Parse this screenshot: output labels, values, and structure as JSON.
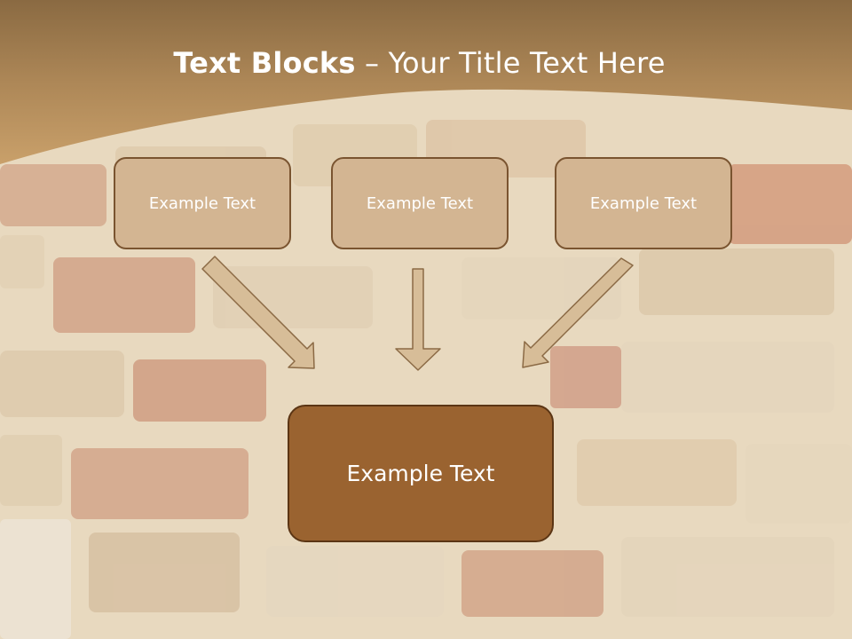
{
  "slide": {
    "title_bold": "Text Blocks",
    "title_dash": " – ",
    "title_rest": "Your Title Text Here"
  },
  "blocks": {
    "top": [
      "Example Text",
      "Example Text",
      "Example Text"
    ],
    "bottom": "Example Text"
  },
  "colors": {
    "header": "#b38d5e",
    "small_box_fill": "#d3b592",
    "small_box_border": "#7a5430",
    "big_box_fill": "#9a6330",
    "big_box_border": "#5b3514",
    "arrow_fill": "#d7bd98",
    "arrow_border": "#8b6a45"
  },
  "icons": {
    "arrows": [
      "arrow-down-right-icon",
      "arrow-down-icon",
      "arrow-down-left-icon"
    ]
  }
}
